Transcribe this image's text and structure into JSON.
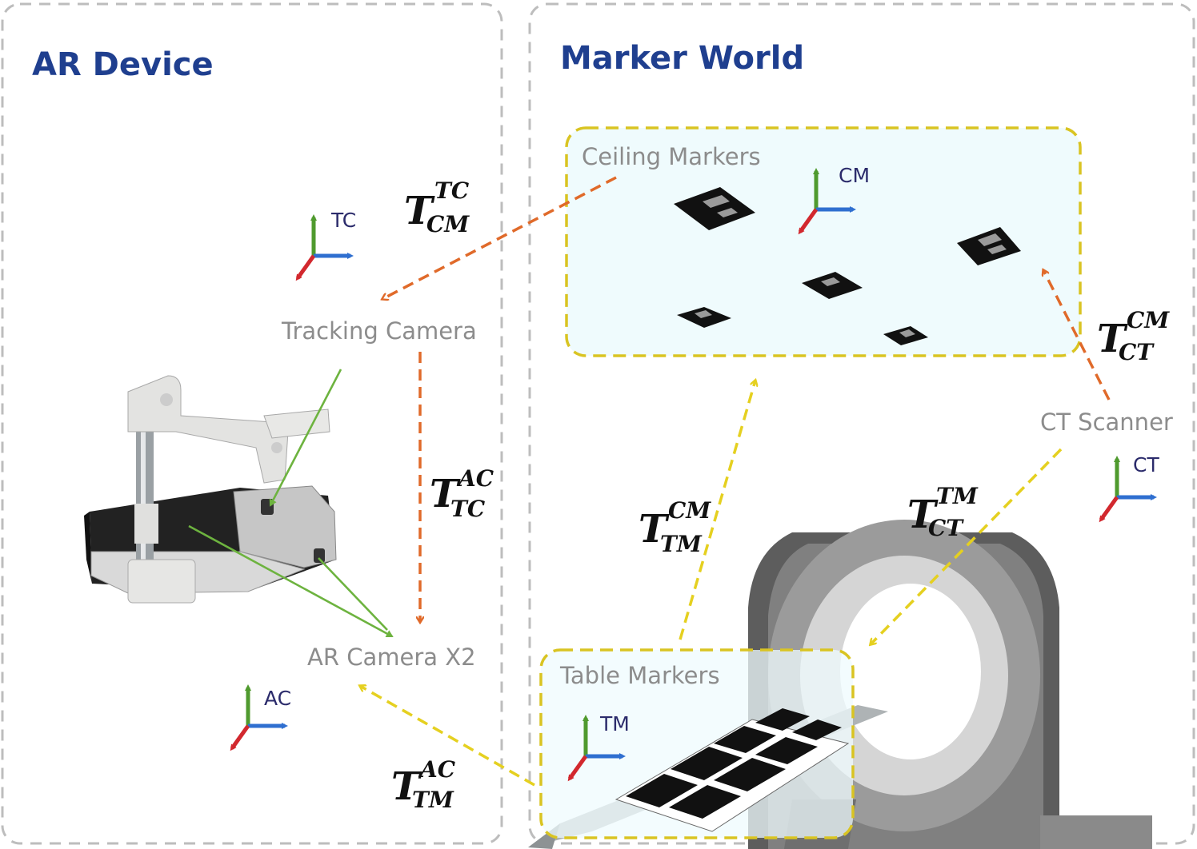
{
  "panels": {
    "ar_device": {
      "title": "AR Device"
    },
    "marker_world": {
      "title": "Marker World"
    }
  },
  "regions": {
    "ceiling_markers": {
      "label": "Ceiling Markers"
    },
    "table_markers": {
      "label": "Table Markers"
    }
  },
  "nodes": {
    "tracking_camera": "Tracking Camera",
    "ar_camera": "AR Camera X2",
    "ct_scanner": "CT Scanner"
  },
  "frames": {
    "tc": "TC",
    "ac": "AC",
    "cm": "CM",
    "ct": "CT",
    "tm": "TM"
  },
  "transforms": {
    "cm_to_tc": {
      "base": "T",
      "sup": "TC",
      "sub": "CM"
    },
    "tc_to_ac": {
      "base": "T",
      "sup": "AC",
      "sub": "TC"
    },
    "ct_to_cm": {
      "base": "T",
      "sup": "CM",
      "sub": "CT"
    },
    "tm_to_cm": {
      "base": "T",
      "sup": "CM",
      "sub": "TM"
    },
    "ct_to_tm": {
      "base": "T",
      "sup": "TM",
      "sub": "CT"
    },
    "tm_to_ac": {
      "base": "T",
      "sup": "AC",
      "sub": "TM"
    }
  },
  "colors": {
    "panel_border": "#bdbdbd",
    "region_border": "#d9c422",
    "region_fill": "#effbfd",
    "arrow_orange": "#e06a2a",
    "arrow_yellow": "#e5d020",
    "line_green": "#6db33f",
    "axis_up": "#4f9a2e",
    "axis_right": "#2f6fd0",
    "axis_depth": "#d2282e",
    "title": "#1f3f8f"
  },
  "icons": {
    "axes": "coordinate-axes-icon",
    "marker": "aruco-marker-icon",
    "device": "ar-device-photo",
    "scanner": "ct-scanner-model"
  }
}
